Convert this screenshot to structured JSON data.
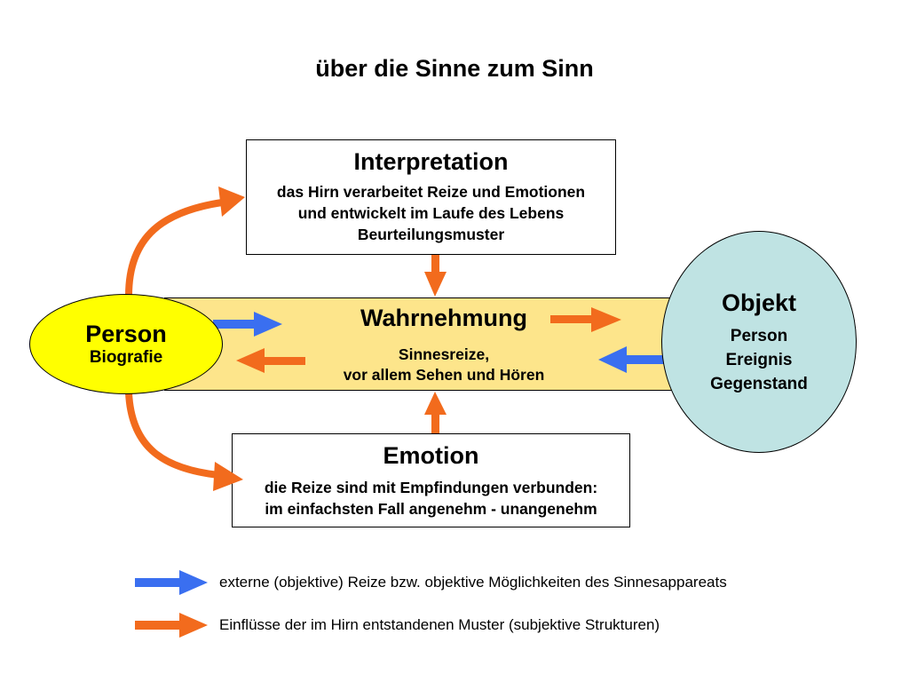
{
  "title": "über die Sinne zum Sinn",
  "interpretation": {
    "heading": "Interpretation",
    "line1": "das Hirn verarbeitet Reize und Emotionen",
    "line2": "und entwickelt im Laufe des Lebens",
    "line3": "Beurteilungsmuster"
  },
  "wahrnehmung": {
    "heading": "Wahrnehmung",
    "line1": "Sinnesreize,",
    "line2": "vor allem Sehen und Hören"
  },
  "emotion": {
    "heading": "Emotion",
    "line1": "die Reize sind mit Empfindungen verbunden:",
    "line2": "im einfachsten Fall angenehm - unangenehm"
  },
  "person": {
    "heading": "Person",
    "sub": "Biografie"
  },
  "objekt": {
    "heading": "Objekt",
    "items": [
      "Person",
      "Ereignis",
      "Gegenstand"
    ]
  },
  "legend": {
    "blue": "externe (objektive) Reize bzw. objektive Möglichkeiten des Sinnesappareats",
    "orange": "Einflüsse der im Hirn entstandenen Muster (subjektive Strukturen)"
  },
  "colors": {
    "blue_arrow": "#3a6ff0",
    "orange_arrow": "#f26b1d",
    "band": "#fde58b",
    "person_fill": "#ffff00",
    "objekt_fill": "#bfe3e3"
  }
}
